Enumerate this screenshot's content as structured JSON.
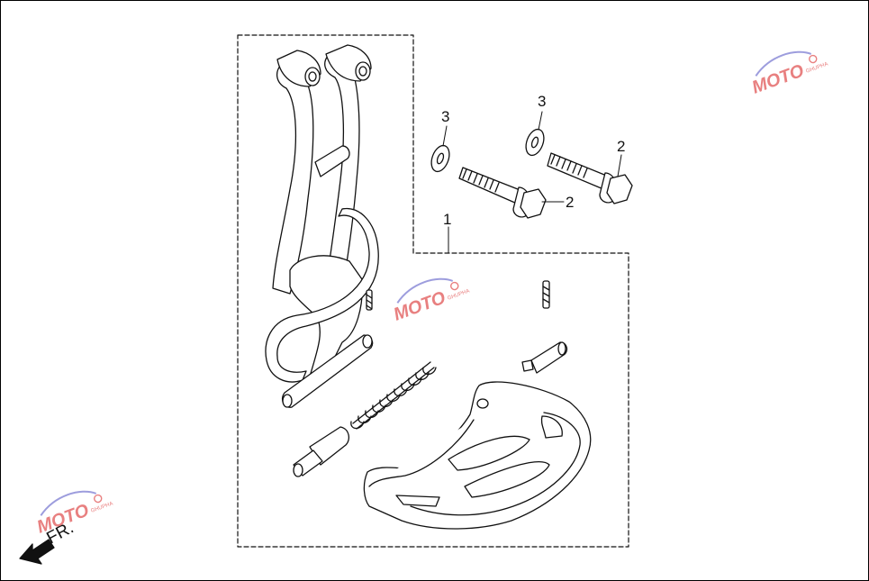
{
  "callouts": {
    "kit": "1",
    "bolt_a": "2",
    "bolt_b": "2",
    "washer_a": "3",
    "washer_b": "3"
  },
  "direction": {
    "label": "FR.",
    "icon": "front-arrow-icon"
  },
  "watermark": {
    "text": "MOTO",
    "sub": "GHUPHA"
  },
  "colors": {
    "line": "#111111",
    "watermark": "#e56a6a",
    "watermark_swoosh": "#8c8cd8"
  }
}
